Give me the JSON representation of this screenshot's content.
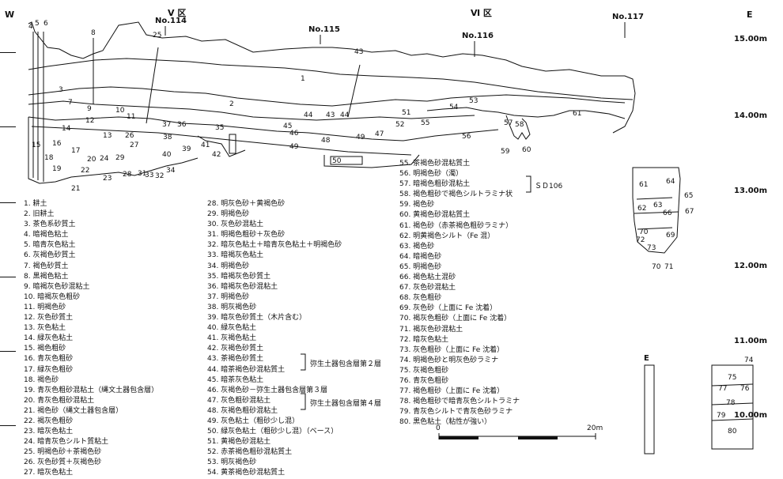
{
  "header": {
    "west": "W",
    "east": "E",
    "zone5": "V  区",
    "zone6": "Ⅵ  区",
    "stakes": [
      "No.114",
      "No.115",
      "No.116",
      "No.117"
    ]
  },
  "elevations": [
    "15.00m",
    "14.00m",
    "13.00m",
    "12.00m",
    "11.00m",
    "10.00m"
  ],
  "section_numbers": [
    "1",
    "2",
    "3",
    "4",
    "5",
    "6",
    "7",
    "8",
    "9",
    "10",
    "11",
    "12",
    "13",
    "14",
    "15",
    "16",
    "17",
    "18",
    "19",
    "20",
    "21",
    "22",
    "23",
    "24",
    "25",
    "26",
    "27",
    "28",
    "29",
    "31",
    "32",
    "33",
    "34",
    "35",
    "36",
    "37",
    "38",
    "39",
    "40",
    "41",
    "42",
    "43",
    "44",
    "45",
    "46",
    "47",
    "48",
    "49",
    "50",
    "51",
    "52",
    "53",
    "54",
    "55",
    "56",
    "57",
    "58",
    "59",
    "60",
    "61",
    "62",
    "63",
    "64",
    "65",
    "66",
    "67",
    "69",
    "70",
    "71",
    "72",
    "73",
    "74",
    "75",
    "76",
    "77",
    "78",
    "79",
    "80"
  ],
  "legend_col1": [
    "1. 耕土",
    "2. 旧耕土",
    "3. 茶色系砂質土",
    "4. 暗褐色粘土",
    "5. 暗青灰色粘土",
    "6. 灰褐色砂質土",
    "7. 褐色砂質土",
    "8. 黒褐色粘土",
    "9. 暗褐灰色砂混粘土",
    "10. 暗褐灰色粗砂",
    "11. 明褐色砂",
    "12. 灰色砂質土",
    "13. 灰色粘土",
    "14. 緑灰色粘土",
    "15. 褐色粗砂",
    "16. 青灰色粗砂",
    "17. 緑灰色粗砂",
    "18. 褐色砂",
    "19. 青灰色粗砂混粘土（縄文土器包含層）",
    "20. 青灰色粗砂混粘土",
    "21. 褐色砂（縄文土器包含層）",
    "22. 褐灰色粗砂",
    "23. 暗灰色粘土",
    "24. 暗青灰色シルト質粘土",
    "25. 明褐色砂＋茶褐色砂",
    "26. 灰色砂質＋灰褐色砂",
    "27. 暗灰色粘土"
  ],
  "legend_col2": [
    "28. 明灰色砂＋黄褐色砂",
    "29. 明褐色砂",
    "30. 灰色砂混粘土",
    "31. 明褐色粗砂＋灰色砂",
    "32. 暗灰色粘土＋暗青灰色粘土＋明褐色砂",
    "33. 暗褐灰色粘土",
    "34. 明褐色砂",
    "35. 暗褐灰色砂質土",
    "36. 暗褐灰色砂混粘土",
    "37. 明褐色砂",
    "38. 明灰褐色砂",
    "39. 暗灰色砂質土（木片含む）",
    "40. 緑灰色粘土",
    "41. 灰褐色粘土",
    "42. 灰褐色砂質土",
    "43. 茶褐色砂質土",
    "44. 暗茶褐色砂混粘質土",
    "45. 暗茶灰色粘土",
    "46. 灰褐色砂－弥生土器包含層第３層",
    "47. 灰色粗砂混粘土",
    "48. 灰褐色粗砂混粘土",
    "49. 灰色粘土（粗砂少し混）",
    "50. 緑灰色粘土（粗砂少し混）（ベース）",
    "51. 黄褐色砂混粘土",
    "52. 赤茶褐色粗砂混粘質土",
    "53. 明灰褐色砂",
    "54. 黄茶褐色砂混粘質土"
  ],
  "legend_col3": [
    "55. 茶褐色砂混粘質土",
    "56. 明褐色砂（濁）",
    "57. 暗褐色粗砂混粘土",
    "58. 褐色粗砂で褐色シルトラミナ状",
    "59. 褐色砂",
    "60. 黄褐色砂混粘質土",
    "61. 褐色砂（赤茶褐色粗砂ラミナ）",
    "62. 明黄褐色シルト（Fe 混）",
    "63. 褐色砂",
    "64. 暗褐色砂",
    "65. 明褐色砂",
    "66. 褐色粘土混砂",
    "67. 灰色砂混粘土",
    "68. 灰色粗砂",
    "69. 灰色砂（上面に Fe 沈着）",
    "70. 褐灰色粗砂（上面に Fe 沈着）",
    "71. 褐灰色砂混粘土",
    "72. 暗灰色粘土",
    "73. 灰色粗砂（上面に Fe 沈着）",
    "74. 明褐色砂と明灰色砂ラミナ",
    "75. 灰褐色粗砂",
    "76. 青灰色粗砂",
    "77. 褐色粗砂（上面に Fe 沈着）",
    "78. 褐色粗砂で暗青灰色シルトラミナ",
    "79. 青灰色シルトで青灰色砂ラミナ",
    "80. 黒色粘土（粘性が強い）"
  ],
  "bracket_notes": {
    "sd": "ＳＤ106",
    "yayoi2": "弥生土器包含層第２層",
    "yayoi4": "弥生土器包含層第４層"
  },
  "scale": {
    "zero": "0",
    "end": "20m"
  },
  "inset_label": "E"
}
